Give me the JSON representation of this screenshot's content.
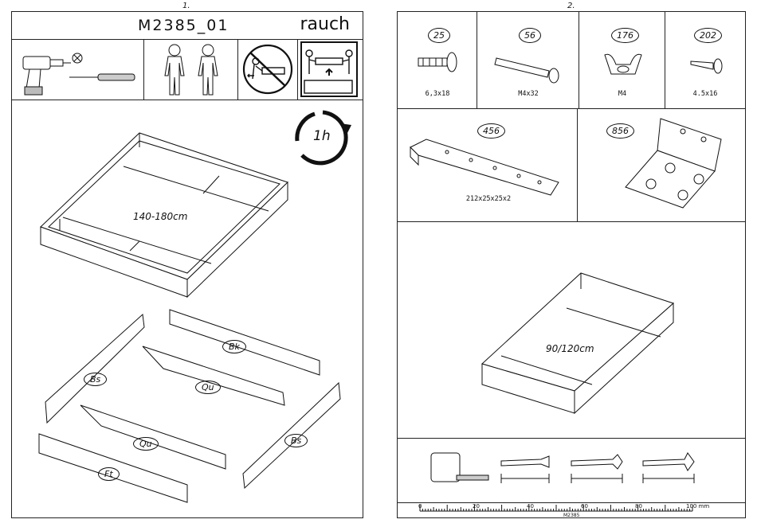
{
  "page1": {
    "page_number": "1.",
    "model": "M2385_01",
    "brand": "rauch",
    "duration": "1h",
    "bed_size": "140-180cm",
    "parts": {
      "bk": "Bk",
      "qu_top": "Qu",
      "qu_bottom": "Qu",
      "bs_left": "Bs",
      "bs_right": "Bs",
      "ft": "Ft"
    }
  },
  "page2": {
    "page_number": "2.",
    "hardware": [
      {
        "qty": "25",
        "size": "6,3x18",
        "icon": "screw-icon"
      },
      {
        "qty": "56",
        "size": "M4x32",
        "icon": "bolt-icon"
      },
      {
        "qty": "176",
        "size": "M4",
        "icon": "wing-nut-icon"
      },
      {
        "qty": "202",
        "size": "4.5x16",
        "icon": "small-screw-icon"
      }
    ],
    "brackets": [
      {
        "qty": "456",
        "size": "212x25x25x2",
        "icon": "slotted-bracket-icon"
      },
      {
        "qty": "856",
        "size": "",
        "icon": "corner-bracket-icon"
      }
    ],
    "bed_size": "90/120cm",
    "ruler": {
      "labels": [
        "0",
        "20",
        "40",
        "60",
        "80",
        "100 mm"
      ],
      "caption": "M2385"
    }
  }
}
